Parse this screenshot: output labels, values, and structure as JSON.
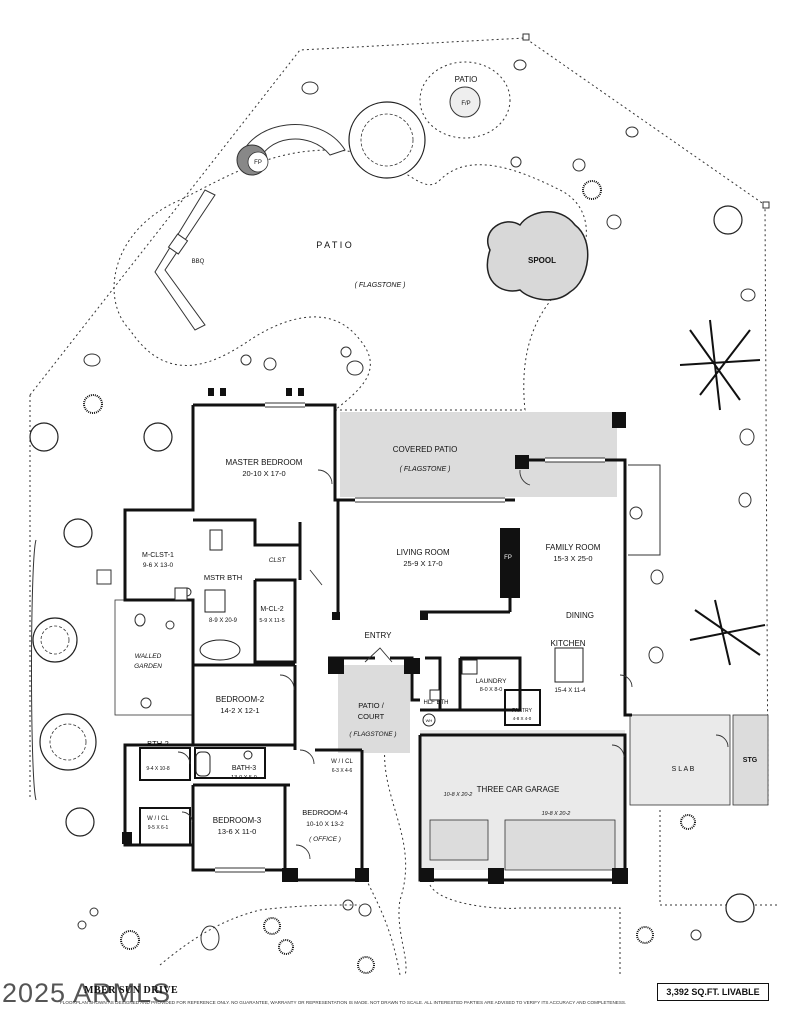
{
  "labels": {
    "patio_top": "PATIO",
    "fp_top": "F/P",
    "fp_left": "FP",
    "patio_main": "P A T I O",
    "flagstone_main": "( FLAGSTONE )",
    "bbq": "BBQ",
    "spool": "SPOOL",
    "covered_patio": "COVERED PATIO",
    "covered_patio_flag": "( FLAGSTONE )",
    "master_bedroom": "MASTER BEDROOM",
    "master_bedroom_dim": "20-10  X  17-0",
    "clst": "CLST",
    "m_clst_1": "M-CLST-1",
    "m_clst_1_dim": "9-6 X 13-0",
    "mstr_bth": "MSTR BTH",
    "mstr_bth_dim": "8-9 X 20-9",
    "m_cl_2": "M-CL-2",
    "m_cl_2_dim": "5-9 X 11-5",
    "living_room": "LIVING ROOM",
    "living_room_dim": "25-9  X  17-0",
    "fp_living": "FP",
    "family_room": "FAMILY ROOM",
    "family_room_dim": "15-3  X  25-0",
    "dining": "DINING",
    "kitchen": "KITCHEN",
    "kitchen_dim": "15-4 X 11-4",
    "walled_garden_1": "WALLED",
    "walled_garden_2": "GARDEN",
    "entry": "ENTRY",
    "patio_court_1": "PATIO /",
    "patio_court_2": "COURT",
    "patio_court_flag": "( FLAGSTONE )",
    "laundry": "LAUNDRY",
    "laundry_dim": "8-0 X 8-0",
    "pantry": "PANTRY",
    "pantry_dim": "4-8 X 4-0",
    "hlf_bth": "HLF BTH",
    "wh": "WH",
    "bedroom_2": "BEDROOM-2",
    "bedroom_2_dim": "14-2  X  12-1",
    "bth_2": "BTH-2",
    "bth_2_dim": "9-4 X 10-8",
    "bath_3": "BATH-3",
    "bath_3_dim": "13-0 X 5-0",
    "wcl_1": "W / I  CL",
    "wcl_1_dim": "6-3 X 4-6",
    "three_car_garage": "THREE CAR GARAGE",
    "garage_dim_1": "10-8 X 20-2",
    "garage_dim_2": "19-8 X 20-2",
    "slab": "S L A B",
    "stg": "STG",
    "wcl_2": "W / I  CL",
    "wcl_2_dim": "9-5 X 6-1",
    "bedroom_3": "BEDROOM-3",
    "bedroom_3_dim": "13-6  X  11-0",
    "bedroom_4": "BEDROOM-4",
    "bedroom_4_dim": "10-10 X 13-2",
    "office": "( OFFICE )"
  },
  "footer": {
    "copyright": "2025 ARMLS",
    "address": "MBER SUN DRIVE",
    "disclaimer": "FLOORPLAN SHOWN AS DESIGNED AND PROVIDED FOR REFERENCE ONLY. NO GUARANTEE, WARRANTY OR REPRESENTATION IS MADE. NOT DRAWN TO SCALE. ALL INTERESTED PARTIES ARE ADVISED TO VERIFY ITS ACCURACY AND COMPLETENESS.",
    "sqft": "3,392 SQ.FT. LIVABLE"
  },
  "colors": {
    "line": "#111111",
    "shade": "#dcdcdc",
    "background": "#ffffff"
  }
}
